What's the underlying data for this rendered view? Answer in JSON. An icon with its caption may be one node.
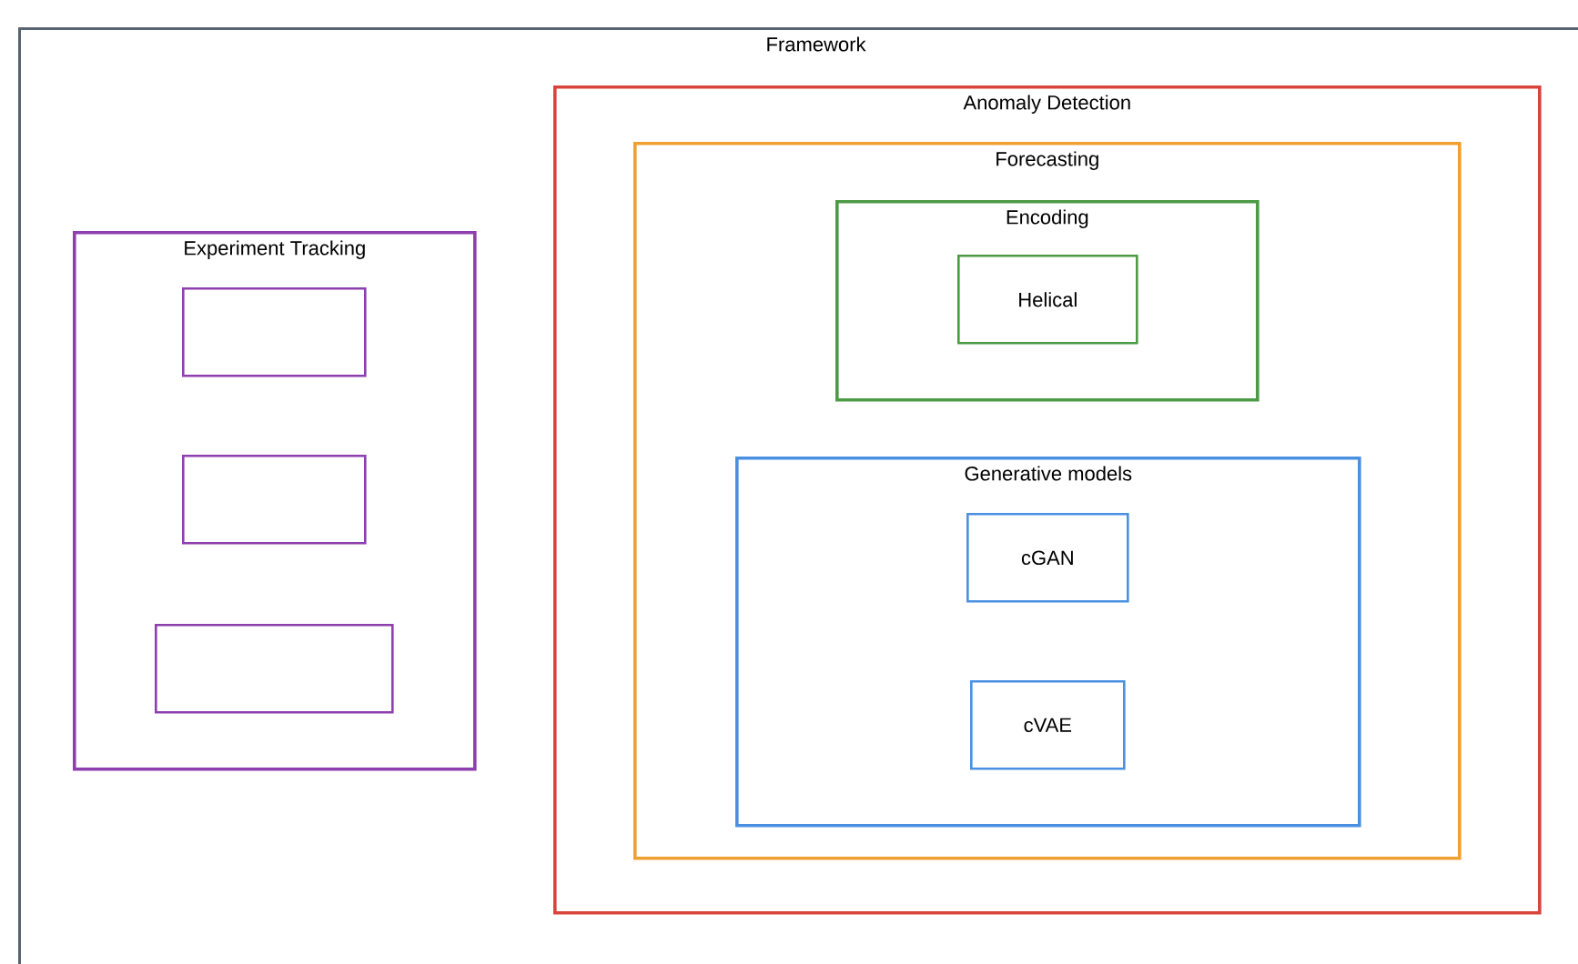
{
  "diagram": {
    "nodes": [
      {
        "text": [
          "Framework"
        ]
      },
      {
        "text": [
          "Experiment Tracking"
        ],
        "in": 0
      },
      {
        "text": [],
        "shape": "box",
        "in": 1
      },
      {
        "text": [],
        "shape": "box",
        "in": 1
      },
      {
        "text": [],
        "shape": "box",
        "in": 1
      },
      {
        "text": [
          "Anomaly Detection"
        ],
        "in": 0
      },
      {
        "text": [
          "Forecasting"
        ],
        "in": 5
      },
      {
        "text": [
          "Encoding"
        ],
        "in": 6
      },
      {
        "text": [
          "Helical"
        ],
        "in": 7
      },
      {
        "text": [
          "Generative models"
        ],
        "in": 6
      },
      {
        "text": [
          "cGAN"
        ],
        "in": 9
      },
      {
        "text": [
          "cVAE"
        ],
        "in": 9
      }
    ]
  }
}
